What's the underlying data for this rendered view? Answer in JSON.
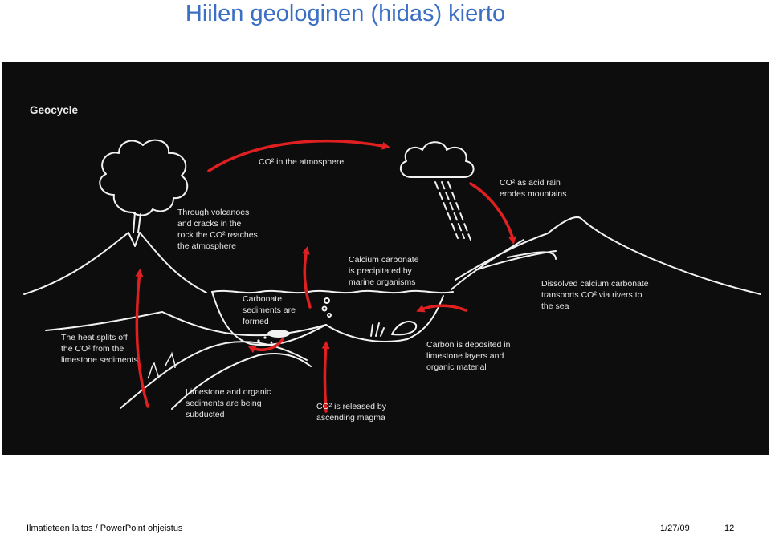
{
  "title": "Hiilen geologinen (hidas) kierto",
  "figure": {
    "heading": "Geocycle",
    "labels": {
      "atmosphere": "CO² in the atmosphere",
      "acid_rain": "CO² as acid rain\nerodes mountains",
      "volcanoes": "Through volcanoes\nand cracks in the\nrock the CO² reaches\nthe atmosphere",
      "calcium_precipitated": "Calcium carbonate\nis precipitated by\nmarine organisms",
      "dissolved": "Dissolved calcium carbonate\ntransports CO² via rivers to\nthe sea",
      "sediments_formed": "Carbonate\nsediments are\nformed",
      "heat_splits": "The heat splits off\nthe CO² from the\nlimestone sediments",
      "carbon_deposited": "Carbon is deposited in\nlimestone layers and\norganic material",
      "subducted": "Limestone and organic\nsediments are being\nsubducted",
      "released": "CO² is released by\nascending magma"
    },
    "colors": {
      "background": "#0d0d0d",
      "arrow": "#e02020",
      "line": "#f2f2f2",
      "text": "#e8e8e8"
    }
  },
  "footer": {
    "left": "Ilmatieteen laitos / PowerPoint ohjeistus",
    "date": "1/27/09",
    "page": "12"
  }
}
